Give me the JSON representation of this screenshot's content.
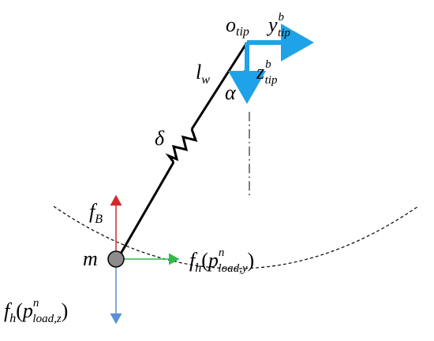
{
  "labels": {
    "o_main": "o",
    "o_sub": "tip",
    "y_main": "y",
    "y_sup": "b",
    "y_sub": "tip",
    "z_main": "z",
    "z_sup": "b",
    "z_sub": "tip",
    "lw_main": "l",
    "lw_sub": "w",
    "alpha": "α",
    "delta": "δ",
    "fB_main": "f",
    "fB_sub": "B",
    "m": "m",
    "fhy_main": "f",
    "fhy_sub": "h",
    "fhy_open": "(",
    "fhy_p": "p",
    "fhy_sup": "n",
    "fhy_sub2": "load,y",
    "fhy_close": ")",
    "fhz_main": "f",
    "fhz_sub": "h",
    "fhz_open": "(",
    "fhz_p": "p",
    "fhz_sup": "n",
    "fhz_sub2": "load,z",
    "fhz_close": ")"
  },
  "colors": {
    "tip_axes": "#1fa3e8",
    "force_buoyancy": "#d62828",
    "force_y": "#2dbb4e",
    "force_z": "#5b8fd6",
    "mass_fill": "#8c8c8c",
    "tether": "#000000"
  }
}
